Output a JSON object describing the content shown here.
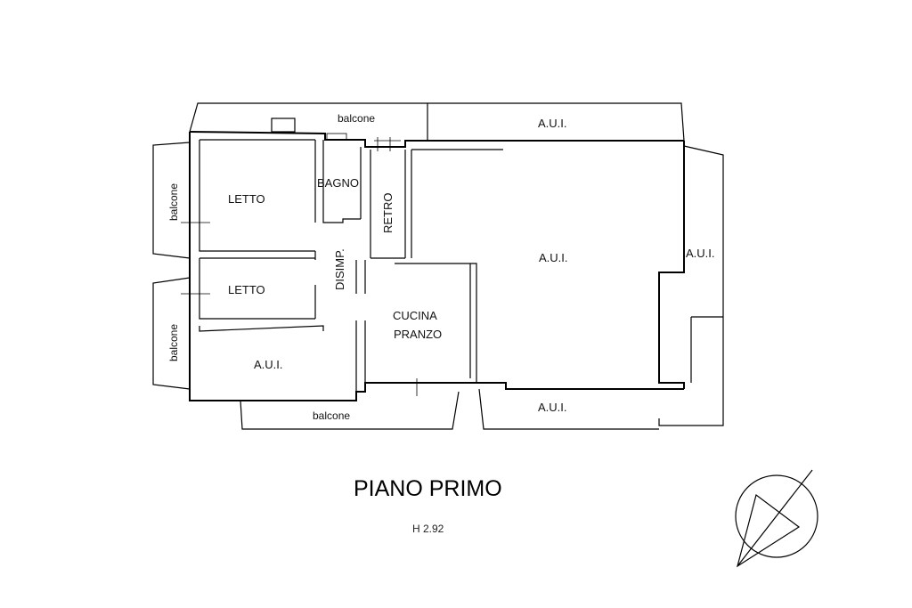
{
  "plan": {
    "title": "PIANO PRIMO",
    "height_note": "H 2.92",
    "rooms": {
      "balcone_top": "balcone",
      "aui_top_right": "A.U.I.",
      "balcone_left_top": "balcone",
      "letto_1": "LETTO",
      "bagno": "BAGNO",
      "retro": "RETRO",
      "disimp": "DISIMP.",
      "aui_main": "A.U.I.",
      "aui_right": "A.U.I.",
      "letto_2": "LETTO",
      "balcone_left_bottom": "balcone",
      "cucina": "CUCINA",
      "pranzo": "PRANZO",
      "aui_bottom_left": "A.U.I.",
      "balcone_bottom": "balcone",
      "aui_bottom_right": "A.U.I."
    }
  }
}
